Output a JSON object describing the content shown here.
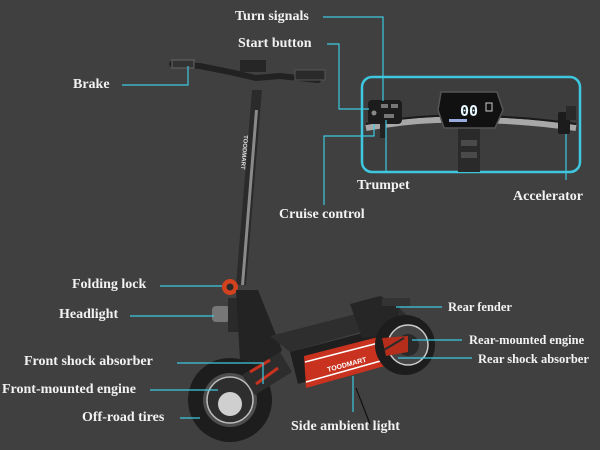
{
  "diagram": {
    "subject": "Electric scooter",
    "brand": "TOODMART",
    "colors": {
      "background": "#404040",
      "leader_line": "#3ec8e0",
      "label_text": "#f2f2f2",
      "accent_red": "#c8321e",
      "inset_border": "#3ec8e0"
    },
    "display": {
      "speed": "00"
    },
    "labels": [
      {
        "id": "turn-signals",
        "text": "Turn signals"
      },
      {
        "id": "start-button",
        "text": "Start button"
      },
      {
        "id": "brake",
        "text": "Brake"
      },
      {
        "id": "trumpet",
        "text": "Trumpet"
      },
      {
        "id": "accelerator",
        "text": "Accelerator"
      },
      {
        "id": "cruise-control",
        "text": "Cruise control"
      },
      {
        "id": "folding-lock",
        "text": "Folding lock"
      },
      {
        "id": "headlight",
        "text": "Headlight"
      },
      {
        "id": "rear-fender",
        "text": "Rear fender"
      },
      {
        "id": "rear-mounted-engine",
        "text": "Rear-mounted engine"
      },
      {
        "id": "rear-shock-absorber",
        "text": "Rear shock absorber"
      },
      {
        "id": "front-shock-absorber",
        "text": "Front shock absorber"
      },
      {
        "id": "front-mounted-engine",
        "text": "Front-mounted engine"
      },
      {
        "id": "off-road-tires",
        "text": "Off-road tires"
      },
      {
        "id": "side-ambient-light",
        "text": "Side ambient light"
      }
    ]
  }
}
